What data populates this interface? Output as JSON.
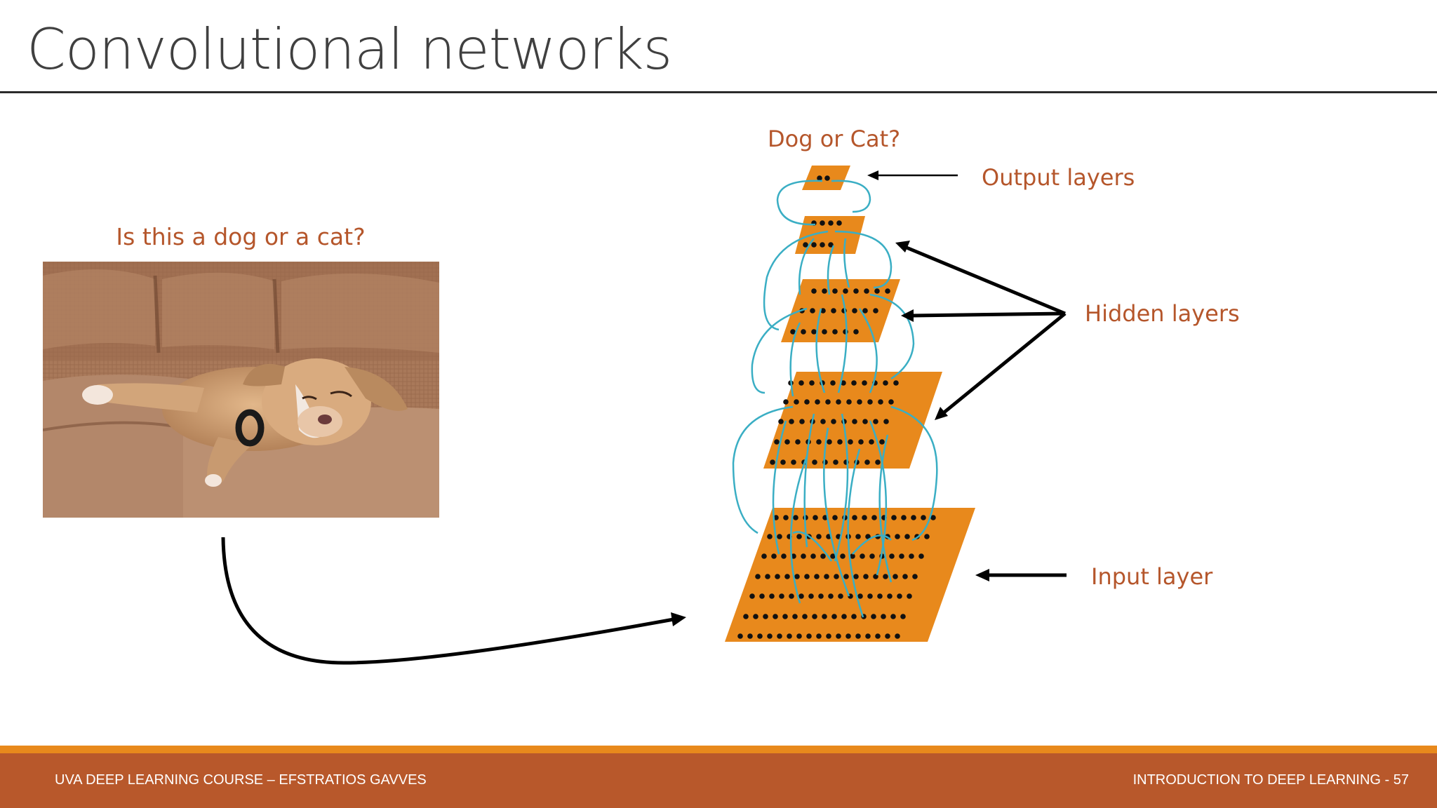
{
  "slide": {
    "title": "Convolutional networks",
    "photo_caption": "Is this a dog or a cat?",
    "photo_alt": "Sleeping puppy on a couch"
  },
  "diagram": {
    "question": "Dog or Cat?",
    "labels": {
      "output": "Output layers",
      "hidden": "Hidden layers",
      "input": "Input layer"
    },
    "colors": {
      "layer_fill": "#e8891c",
      "neuron": "#111111",
      "connection": "#3aaec4",
      "label_text": "#b5562b"
    }
  },
  "footer": {
    "left": "UVA DEEP LEARNING COURSE – EFSTRATIOS GAVVES",
    "right": "INTRODUCTION TO DEEP LEARNING - 57",
    "bar_color": "#b8582b",
    "strip_color": "#e8891c"
  }
}
